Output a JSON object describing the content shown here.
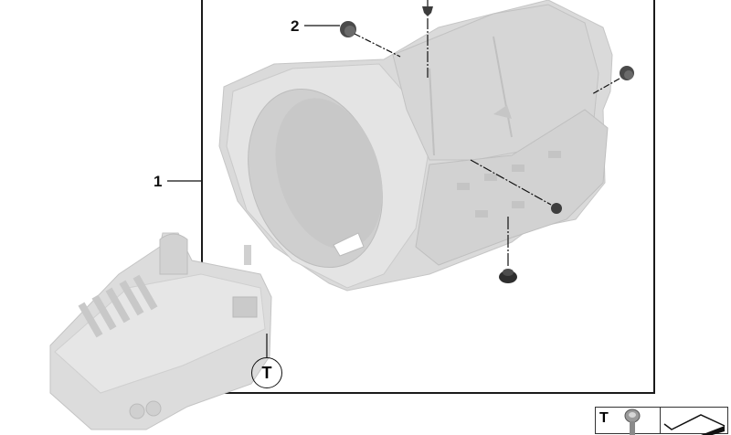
{
  "diagram": {
    "type": "exploded-parts-diagram",
    "subject": "automatic transmission",
    "callouts": [
      {
        "id": "1",
        "label": "1",
        "target": "transmission-assembly-frame"
      },
      {
        "id": "2",
        "label": "2",
        "target": "plug"
      },
      {
        "id": "T",
        "label": "T",
        "target": "mechatronic-valve-body"
      }
    ],
    "legend": {
      "symbol_label": "T",
      "symbol_icon": "screw-icon",
      "second_icon": "pointer-sheet-icon"
    },
    "colors": {
      "frame": "#1a1a1a",
      "part_body": "#d8d8d8",
      "part_shadow": "#b8b8b8",
      "plug": "#4a4a4a"
    }
  }
}
